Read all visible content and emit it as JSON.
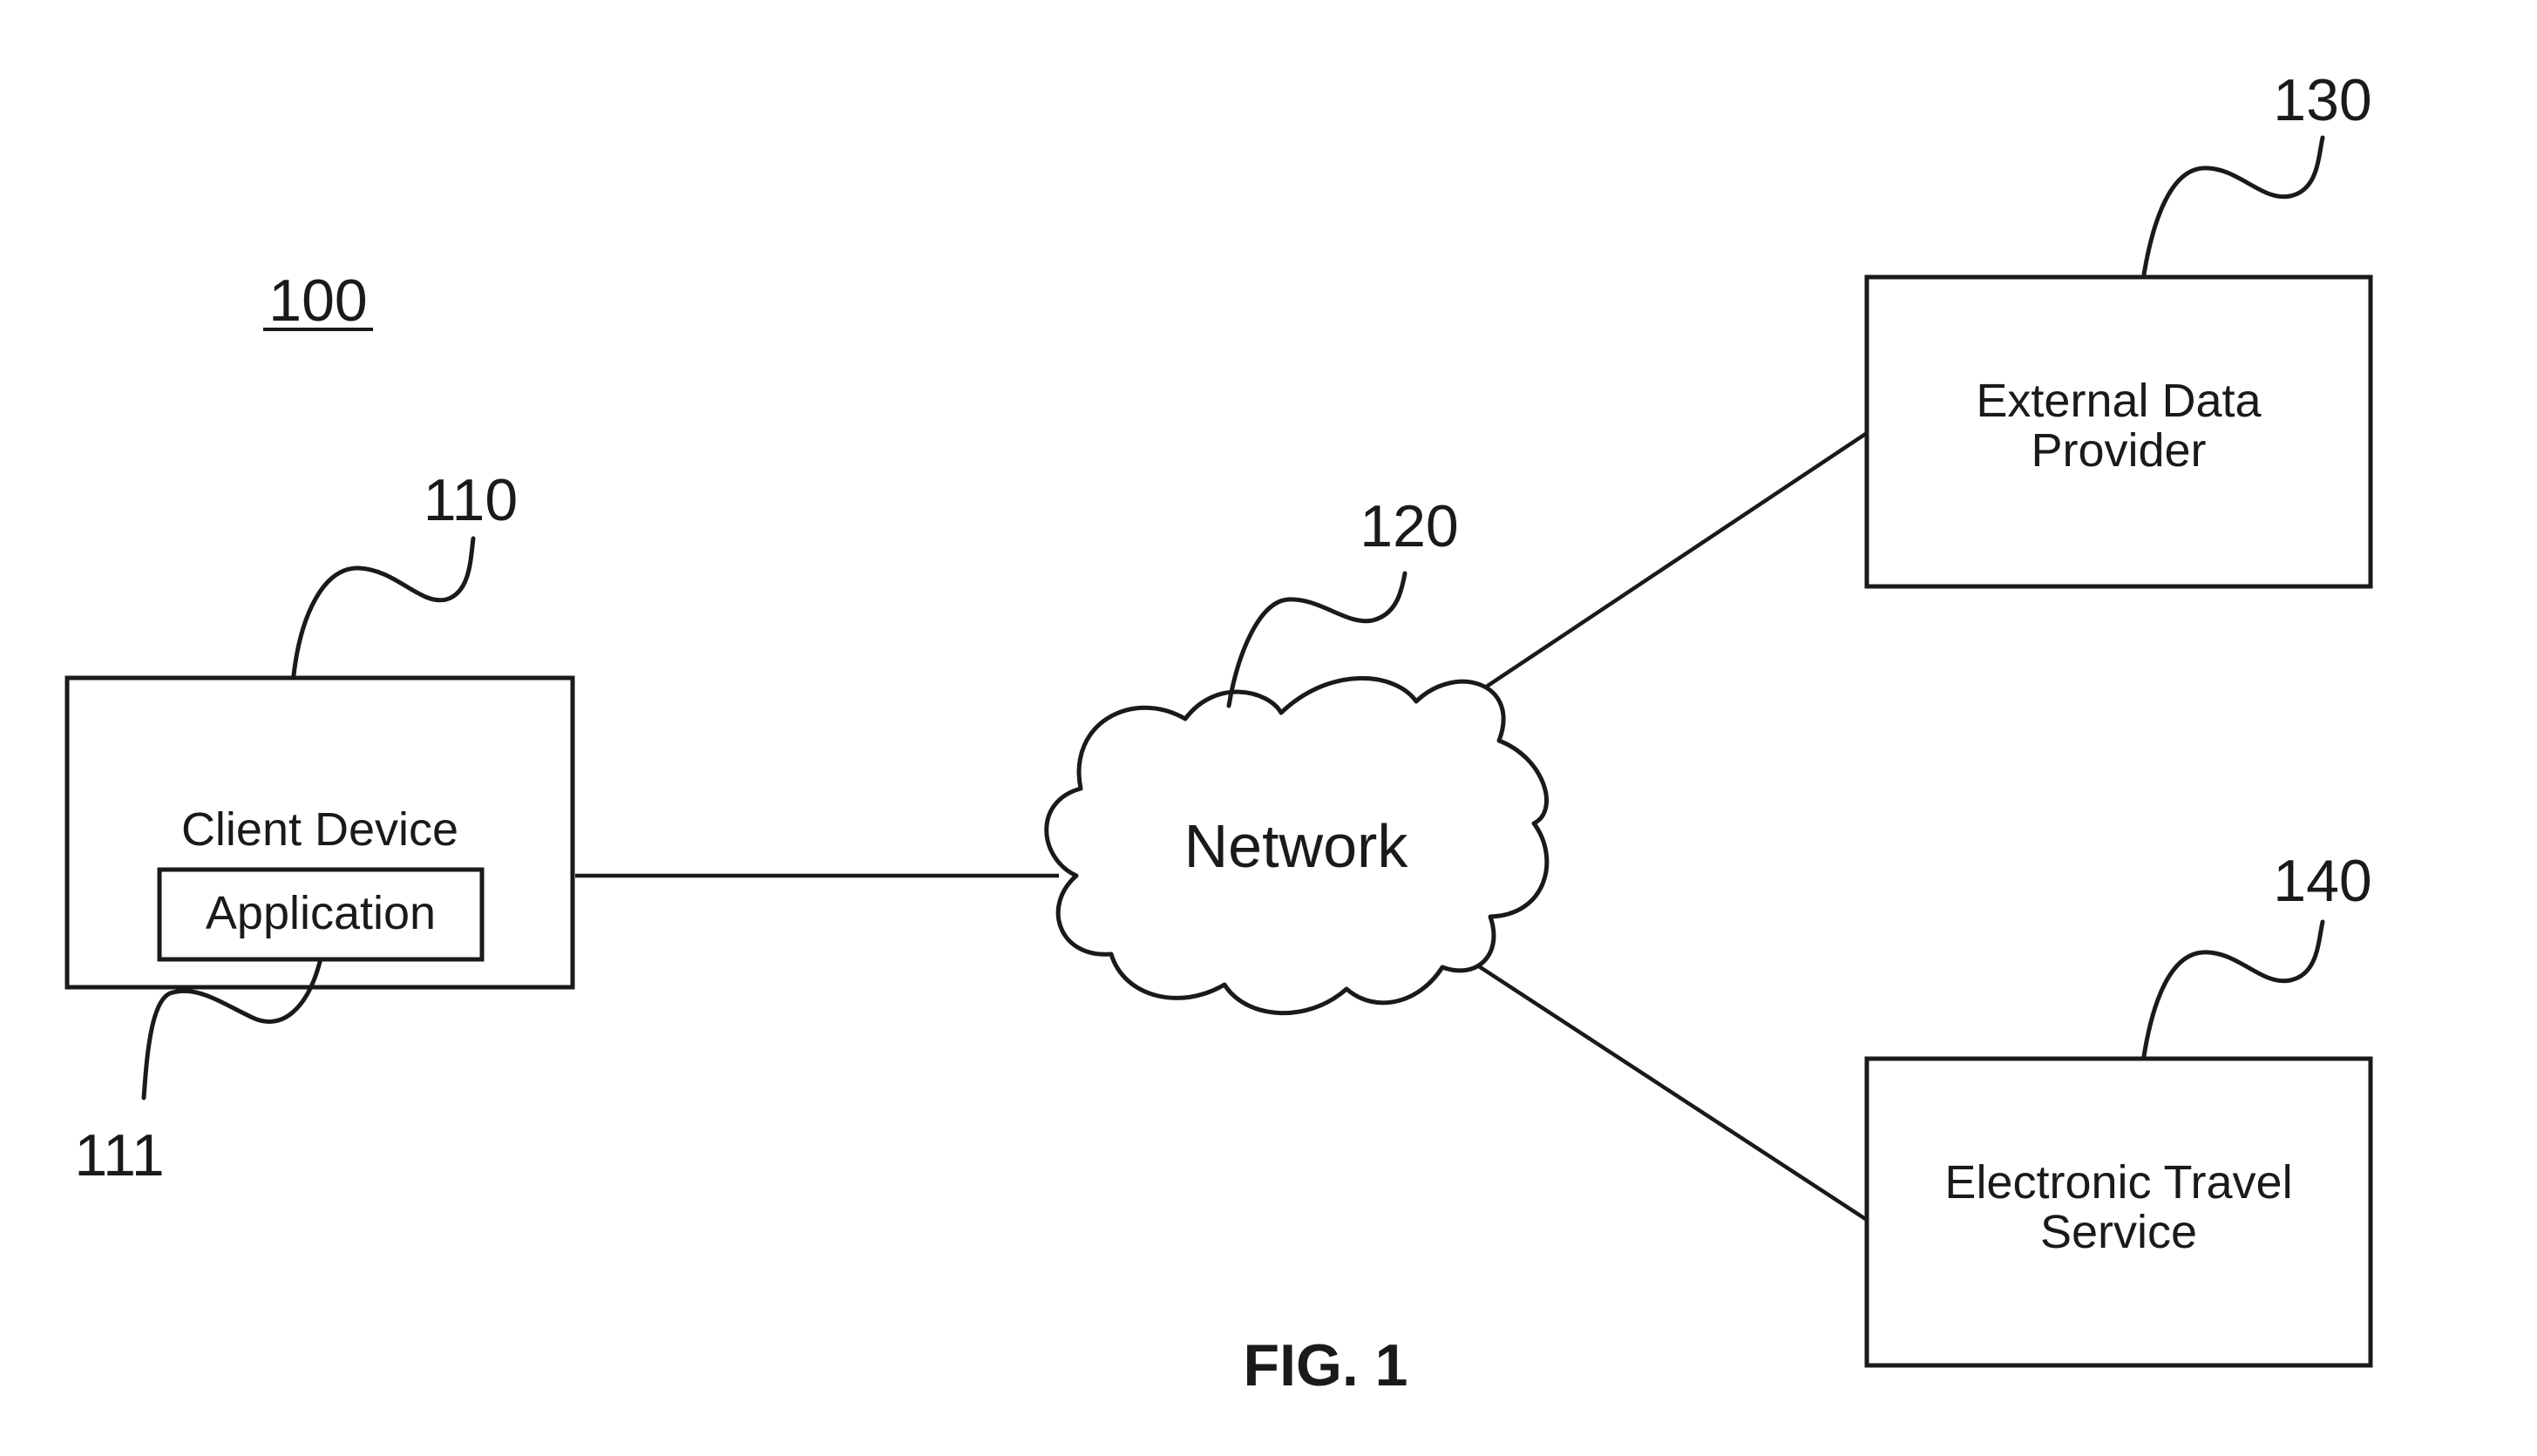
{
  "figure": {
    "system_ref": "100",
    "caption": "FIG. 1"
  },
  "client_device": {
    "ref": "110",
    "label": "Client Device",
    "application": {
      "ref": "111",
      "label": "Application"
    }
  },
  "network": {
    "ref": "120",
    "label": "Network"
  },
  "external_data_provider": {
    "ref": "130",
    "label_lines": [
      "External Data",
      "Provider"
    ]
  },
  "electronic_travel_service": {
    "ref": "140",
    "label_lines": [
      "Electronic Travel",
      "Service"
    ]
  }
}
